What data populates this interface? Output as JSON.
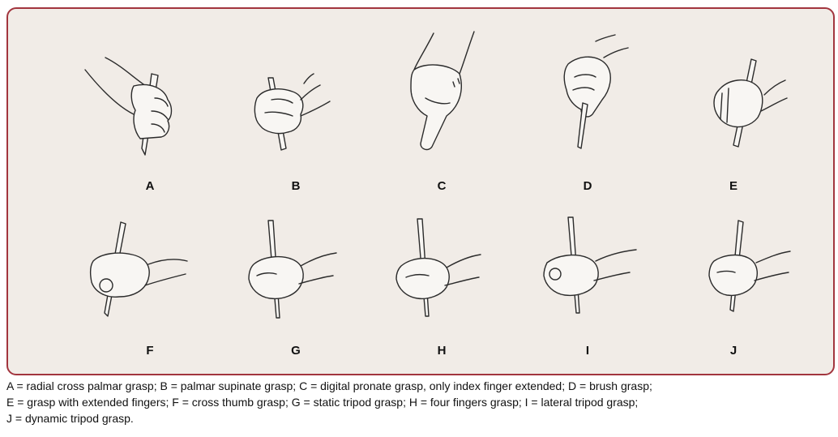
{
  "grasps": [
    {
      "letter": "A"
    },
    {
      "letter": "B"
    },
    {
      "letter": "C"
    },
    {
      "letter": "D"
    },
    {
      "letter": "E"
    },
    {
      "letter": "F"
    },
    {
      "letter": "G"
    },
    {
      "letter": "H"
    },
    {
      "letter": "I"
    },
    {
      "letter": "J"
    }
  ],
  "caption": {
    "line1": "A = radial cross palmar grasp; B = palmar supinate grasp; C = digital pronate grasp, only index finger extended; D = brush grasp;",
    "line2": "E = grasp with extended fingers; F = cross thumb grasp; G = static tripod grasp; H = four fingers grasp; I = lateral tripod grasp;",
    "line3": "J = dynamic tripod grasp."
  },
  "colors": {
    "panel_border": "#a2353e",
    "panel_background": "#f1ece7"
  }
}
